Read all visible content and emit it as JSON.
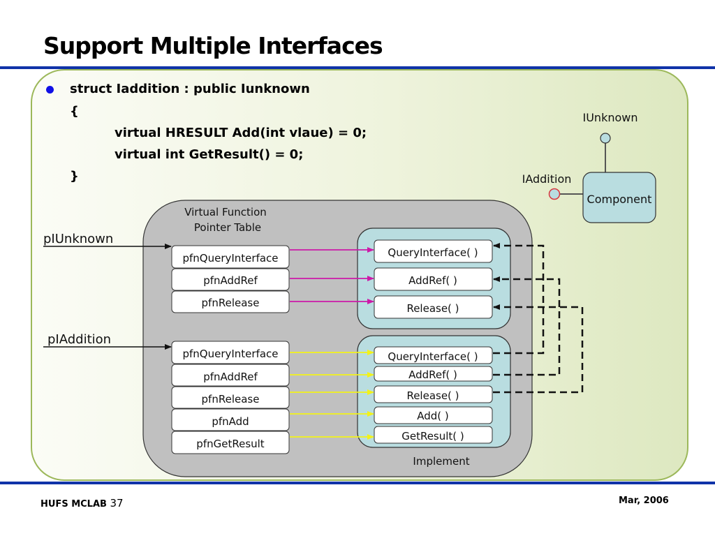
{
  "slide": {
    "title": "Support Multiple Interfaces",
    "footer_left": "HUFS MCLAB",
    "page_number": "37",
    "footer_right": "Mar, 2006"
  },
  "code": {
    "lines": [
      "struct Iaddition : public Iunknown",
      "{",
      "virtual HRESULT Add(int vlaue) = 0;",
      "virtual int GetResult() = 0;",
      "}"
    ]
  },
  "component_diagram": {
    "component_label": "Component",
    "interfaces": [
      "IUnknown",
      "IAddition"
    ]
  },
  "vtable": {
    "title_line1": "Virtual Function",
    "title_line2": "Pointer Table",
    "implement_label": "Implement",
    "pointers": [
      "pIUnknown",
      "pIAddition"
    ],
    "iunknown_entries": [
      "pfnQueryInterface",
      "pfnAddRef",
      "pfnRelease"
    ],
    "iaddition_entries": [
      "pfnQueryInterface",
      "pfnAddRef",
      "pfnRelease",
      "pfnAdd",
      "pfnGetResult"
    ],
    "iunknown_methods": [
      "QueryInterface( )",
      "AddRef( )",
      "Release( )"
    ],
    "iaddition_methods": [
      "QueryInterface( )",
      "AddRef( )",
      "Release( )",
      "Add( )",
      "GetResult( )"
    ]
  },
  "colors": {
    "rule": "#1033a8",
    "panel_border": "#9cb85a",
    "bullet": "#1010e6",
    "vtable_bg": "#c0c0c0",
    "impl_bg": "#b9dde0",
    "iunknown_arrow": "#cc1aa8",
    "iaddition_arrow": "#f2f21a",
    "iaddition_lollipop": "#d9363e"
  }
}
